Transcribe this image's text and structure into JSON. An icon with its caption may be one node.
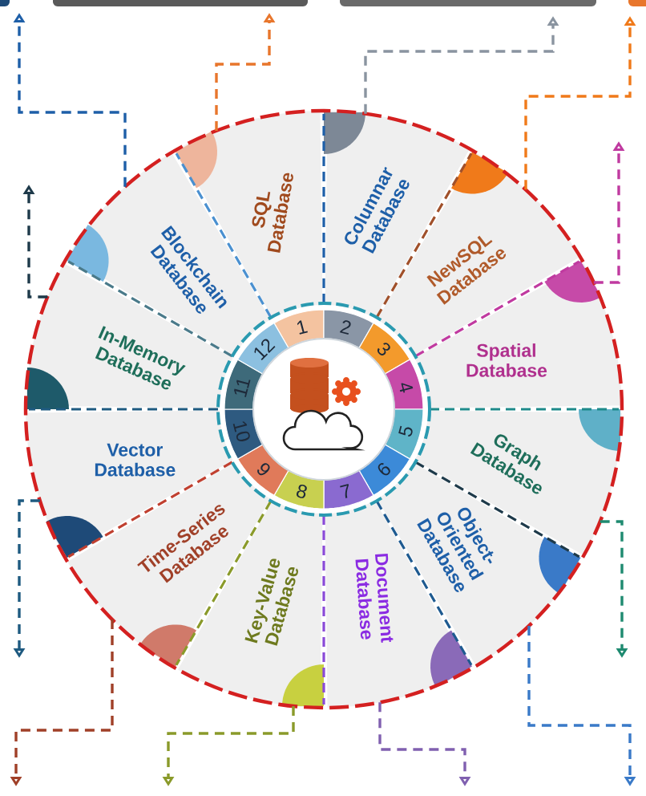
{
  "diagram": {
    "nodes": [
      {
        "text": [
          "SQL Database"
        ]
      },
      {
        "text": [
          "Columnar Database"
        ]
      },
      {
        "text": [
          "NewSQL Database"
        ]
      },
      {
        "text": [
          "Spatial Database"
        ]
      },
      {
        "text": [
          "Graph Database"
        ]
      },
      {
        "text": [
          "Object-Oriented Database"
        ]
      },
      {
        "text": [
          "Document Database"
        ]
      },
      {
        "text": [
          "Key-Value Database"
        ]
      },
      {
        "text": [
          "Time-Series Database"
        ]
      },
      {
        "text": [
          "Vector Database"
        ]
      },
      {
        "text": [
          "In-Memory Database"
        ]
      },
      {
        "text": [
          "Blockchain Database"
        ]
      }
    ],
    "edges": [
      {
        "from": 0,
        "to": null,
        "arrow": "to",
        "style": "dashed",
        "color": "#e8762c"
      },
      {
        "from": 1,
        "to": null,
        "arrow": "to",
        "style": "dashed",
        "color": "#8a94a0"
      },
      {
        "from": 2,
        "to": null,
        "arrow": "to",
        "style": "dashed",
        "color": "#f07a1a"
      },
      {
        "from": 3,
        "to": null,
        "arrow": "to",
        "style": "dashed",
        "color": "#c03aa0"
      },
      {
        "from": 4,
        "to": null,
        "arrow": "to",
        "style": "dashed",
        "color": "#1e8a70"
      },
      {
        "from": 5,
        "to": null,
        "arrow": "to",
        "style": "dashed",
        "color": "#3a7ac8"
      },
      {
        "from": 6,
        "to": null,
        "arrow": "to",
        "style": "dashed",
        "color": "#8060b0"
      },
      {
        "from": 7,
        "to": null,
        "arrow": "to",
        "style": "dashed",
        "color": "#8a9a2a"
      },
      {
        "from": 8,
        "to": null,
        "arrow": "to",
        "style": "dashed",
        "color": "#a04028"
      },
      {
        "from": 9,
        "to": null,
        "arrow": "to",
        "style": "dashed",
        "color": "#1e5a80"
      },
      {
        "from": 10,
        "to": null,
        "arrow": "to",
        "style": "dashed",
        "color": "#1e3a4a"
      },
      {
        "from": 11,
        "to": null,
        "arrow": "to",
        "style": "dashed",
        "color": "#1e5fa8"
      }
    ],
    "labels": [
      "1",
      "2",
      "3",
      "4",
      "5",
      "6",
      "7",
      "8",
      "9",
      "10",
      "11",
      "12"
    ]
  }
}
